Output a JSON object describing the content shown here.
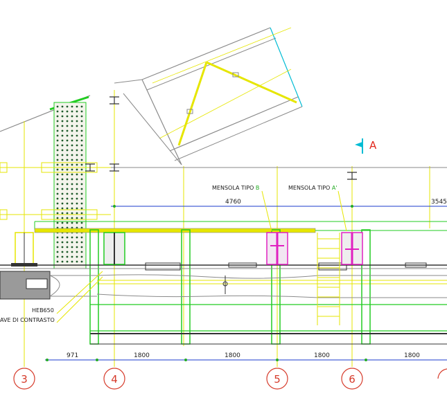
{
  "drawing": {
    "section_marker": "A",
    "labels": {
      "mensola_b_prefix": "MENSOLA TIPO ",
      "mensola_b_suffix": "B",
      "mensola_a_prefix": "MENSOLA TIPO ",
      "mensola_a_suffix": "A'",
      "heb": "HEB650",
      "travi": "AVE DI CONTRASTO"
    },
    "upper_dims": {
      "d1": "4760",
      "d2": "3545"
    },
    "bottom_dims": [
      "971",
      "1800",
      "1800",
      "1800",
      "1800"
    ],
    "axes": [
      "3",
      "4",
      "5",
      "6"
    ],
    "colors": {
      "yellow": "#e6e600",
      "green": "#22cc22",
      "gray": "#8a8a8a",
      "dark": "#333333",
      "red": "#d63a2a",
      "magenta": "#e020c0",
      "cyan": "#00bcd4",
      "blue": "#1a3acc"
    }
  }
}
